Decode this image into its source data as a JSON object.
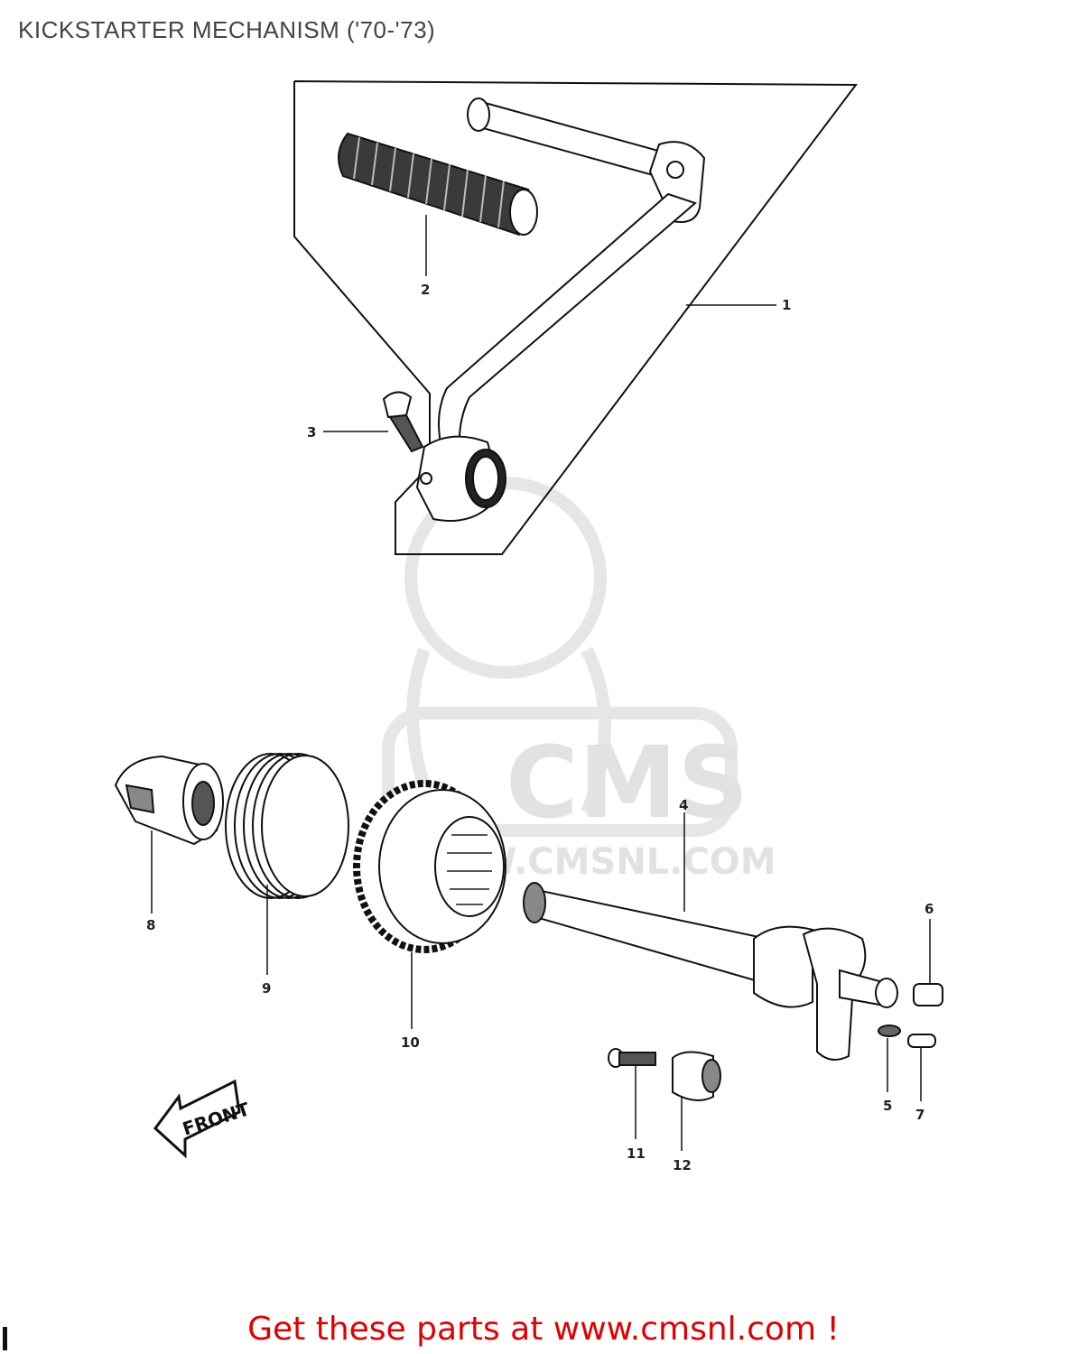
{
  "page": {
    "title": "KICKSTARTER MECHANISM ('70-'73)"
  },
  "diagram": {
    "callouts": [
      {
        "id": "1",
        "label": "1"
      },
      {
        "id": "2",
        "label": "2"
      },
      {
        "id": "3",
        "label": "3"
      },
      {
        "id": "4",
        "label": "4"
      },
      {
        "id": "5",
        "label": "5"
      },
      {
        "id": "6",
        "label": "6"
      },
      {
        "id": "7",
        "label": "7"
      },
      {
        "id": "8",
        "label": "8"
      },
      {
        "id": "9",
        "label": "9"
      },
      {
        "id": "10",
        "label": "10"
      },
      {
        "id": "11",
        "label": "11"
      },
      {
        "id": "12",
        "label": "12"
      }
    ],
    "front_arrow_label": "FRONT"
  },
  "watermark": {
    "logo_text": "CMS",
    "url_text": "WWW.CMSNL.COM"
  },
  "promo": {
    "text": "Get these parts at www.cmsnl.com !",
    "color": "#e00000"
  }
}
